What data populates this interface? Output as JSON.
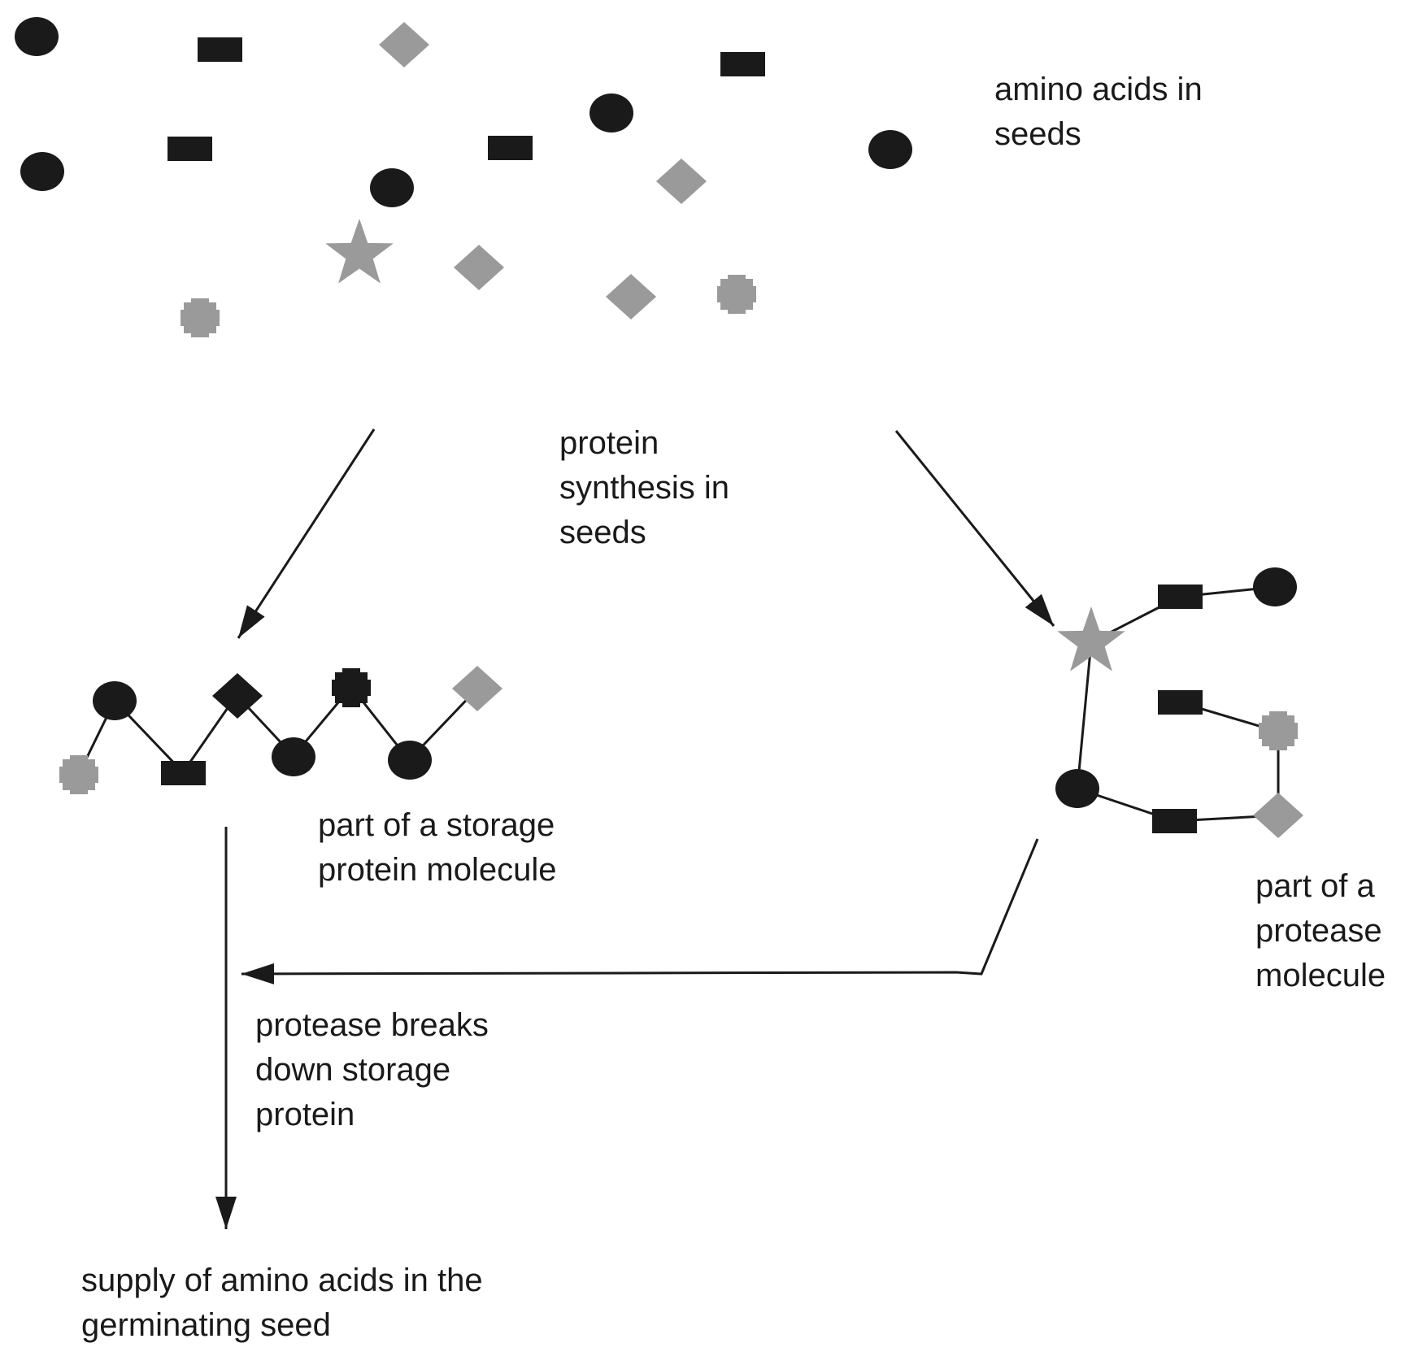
{
  "labels": {
    "amino_acids_in_seeds": [
      "amino acids in",
      "seeds"
    ],
    "protein_synthesis": [
      "protein",
      "synthesis in",
      "seeds"
    ],
    "storage_protein": [
      "part of a storage",
      "protein molecule"
    ],
    "protease_molecule": [
      "part of a",
      "protease",
      "molecule"
    ],
    "protease_breaks_down": [
      "protease breaks",
      "down storage",
      "protein"
    ],
    "supply_of_amino_acids": [
      "supply of amino acids in the",
      "germinating seed"
    ]
  },
  "colors": {
    "dark": "#1a1a1a",
    "grey": "#9a9a9a",
    "line": "#1a1a1a"
  },
  "icons": {
    "circle": "amino-acid-circle-icon",
    "rectangle": "amino-acid-rectangle-icon",
    "diamond": "amino-acid-diamond-icon",
    "star": "amino-acid-star-icon",
    "cross": "amino-acid-cross-icon"
  }
}
